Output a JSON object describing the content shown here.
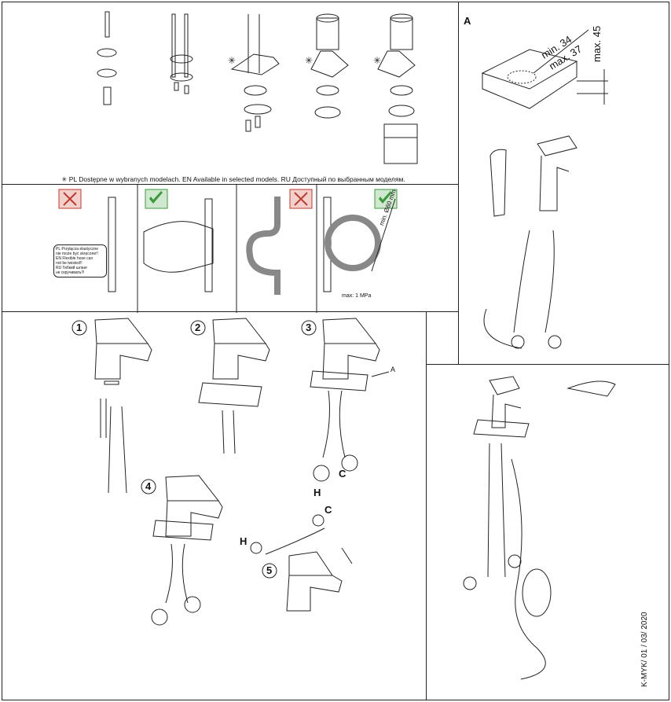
{
  "footnote": {
    "star": "✳",
    "text": "PL Dostępne w wybranych modelach. EN Available in selected models. RU Доступный по выбранным моделям."
  },
  "hose_warning": {
    "lines": [
      "PL Przyłącza elastyczne",
      "nie może być skręcone!!",
      "EN Flexible hose can",
      "not be twisted!!",
      "RU Гибкий шланг",
      "не скручивать!!!"
    ]
  },
  "hose_specs": {
    "min_diameter": "min. Ø60 mm",
    "pressure": "max: 1 MPa"
  },
  "detail_a": {
    "label": "A",
    "min_thickness": "min. 34",
    "max_thickness": "max. 37",
    "max_hole": "max. 45"
  },
  "steps": {
    "one": "1",
    "two": "2",
    "three": "3",
    "four": "4",
    "five": "5",
    "hot": "H",
    "cold": "C",
    "callout_a": "A"
  },
  "legend": {
    "hot": "H",
    "cold": "C"
  },
  "doc_code": "K-MYK/ 01 / 03/ 2020",
  "colors": {
    "ok_green": "#3c9a3c",
    "no_red": "#c0392b",
    "line": "#222222"
  }
}
